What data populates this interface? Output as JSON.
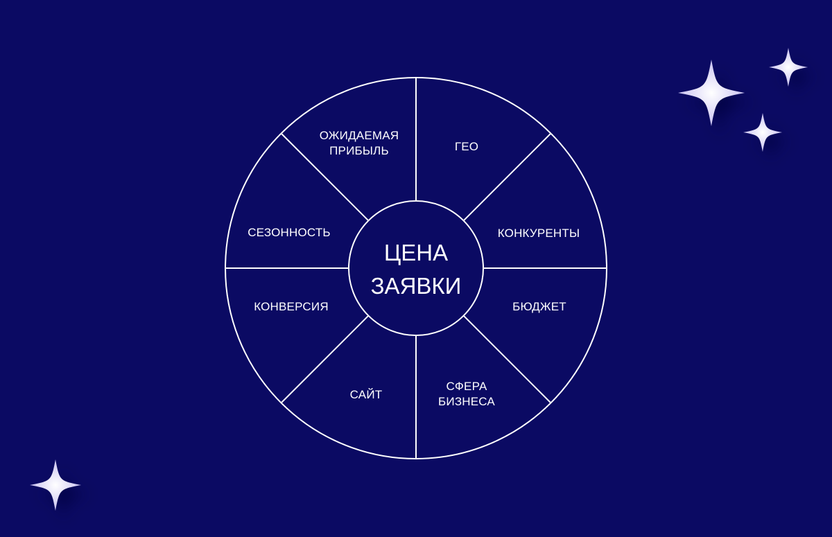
{
  "background_color": "#0b0a63",
  "line_color": "#ffffff",
  "star_color": "#dcd6f7",
  "center": {
    "line1": "ЦЕНА",
    "line2": "ЗАЯВКИ"
  },
  "segments": [
    {
      "id": "geo",
      "lines": [
        "ГЕО"
      ]
    },
    {
      "id": "competitors",
      "lines": [
        "КОНКУРЕНТЫ"
      ]
    },
    {
      "id": "budget",
      "lines": [
        "БЮДЖЕТ"
      ]
    },
    {
      "id": "business-sphere",
      "lines": [
        "СФЕРА",
        "БИЗНЕСА"
      ]
    },
    {
      "id": "site",
      "lines": [
        "САЙТ"
      ]
    },
    {
      "id": "conversion",
      "lines": [
        "КОНВЕРСИЯ"
      ]
    },
    {
      "id": "seasonality",
      "lines": [
        "СЕЗОННОСТЬ"
      ]
    },
    {
      "id": "expected-profit",
      "lines": [
        "ОЖИДАЕМАЯ",
        "ПРИБЫЛЬ"
      ]
    }
  ],
  "decorations": {
    "stars": [
      "sparkle-star-icon",
      "sparkle-star-icon",
      "sparkle-star-icon",
      "sparkle-star-icon"
    ]
  }
}
